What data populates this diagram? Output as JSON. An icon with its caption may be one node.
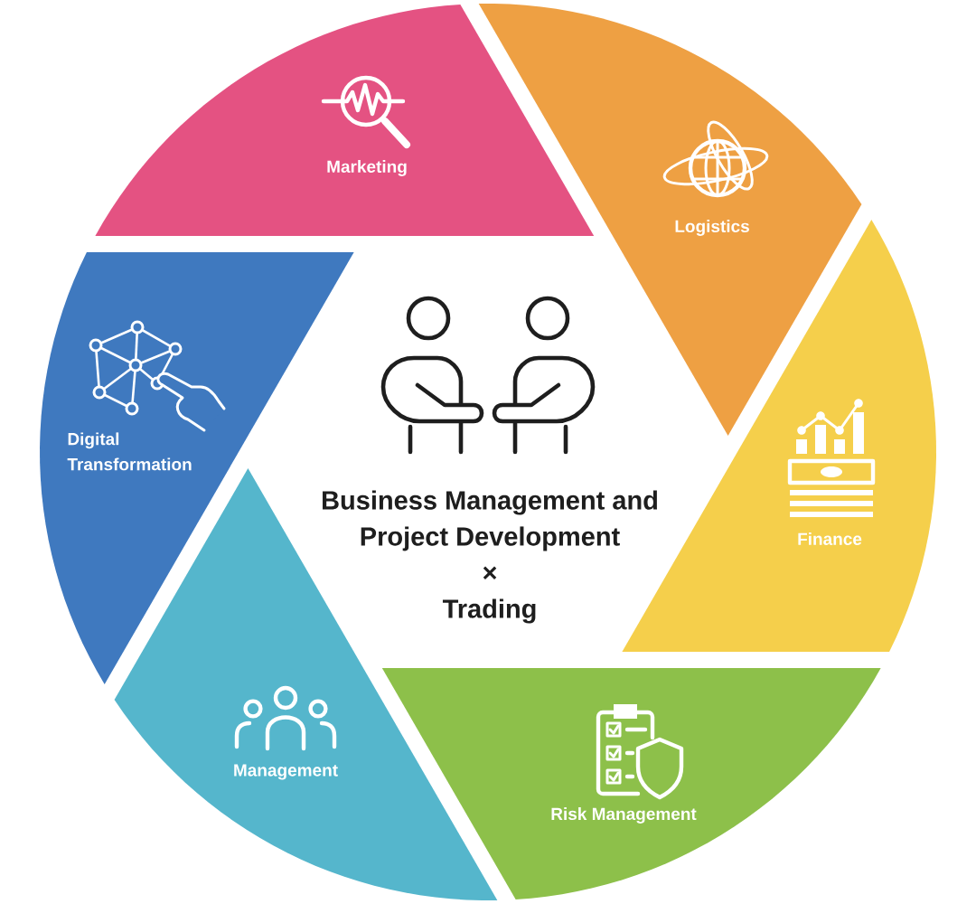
{
  "diagram": {
    "nodes": [
      {
        "text": [
          "Business Management and Project Development",
          "×",
          "Trading"
        ]
      },
      {
        "text": [
          "Marketing"
        ]
      },
      {
        "text": [
          "Logistics"
        ]
      },
      {
        "text": [
          "Finance"
        ]
      },
      {
        "text": [
          "Risk Management"
        ]
      },
      {
        "text": [
          "Management"
        ]
      },
      {
        "text": [
          "Digital Transformation"
        ]
      }
    ]
  }
}
